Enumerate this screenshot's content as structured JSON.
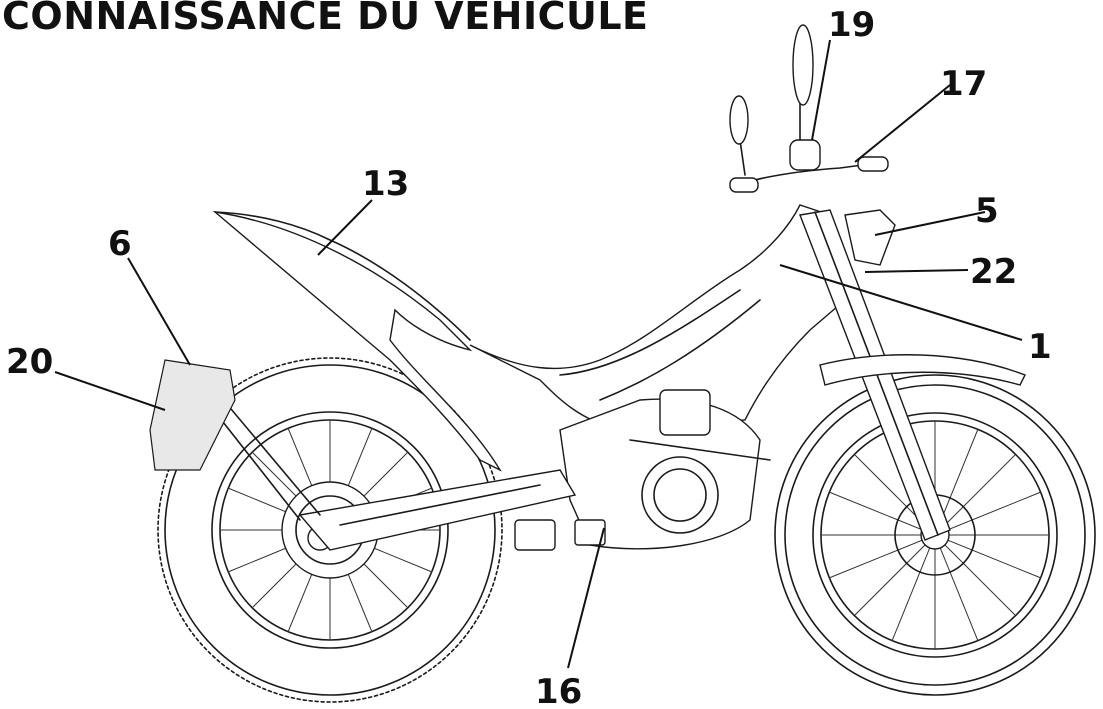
{
  "title": "CONNAISSANCE DU VEHICULE",
  "callouts": [
    {
      "id": "19",
      "label": "19"
    },
    {
      "id": "17",
      "label": "17"
    },
    {
      "id": "13",
      "label": "13"
    },
    {
      "id": "5",
      "label": "5"
    },
    {
      "id": "6",
      "label": "6"
    },
    {
      "id": "22",
      "label": "22"
    },
    {
      "id": "1",
      "label": "1"
    },
    {
      "id": "20",
      "label": "20"
    },
    {
      "id": "16",
      "label": "16"
    }
  ],
  "icons": {
    "illustration": "trial-motorcycle-line-drawing"
  },
  "colors": {
    "ink": "#111111",
    "background": "#ffffff"
  }
}
